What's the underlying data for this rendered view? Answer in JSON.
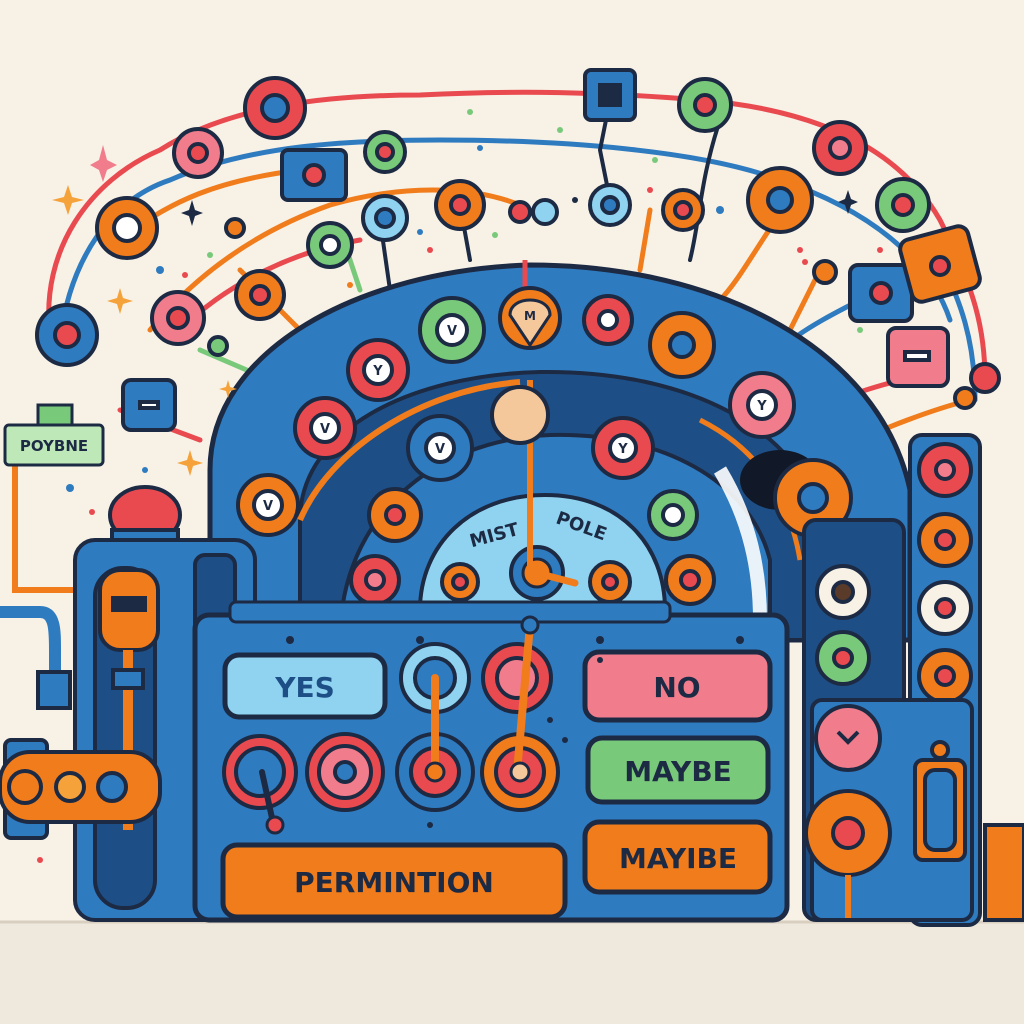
{
  "scene": {
    "tag_label": "POYBNE",
    "dial_left_text": "MIST",
    "dial_right_text": "POLE",
    "buttons": {
      "yes": "YES",
      "no": "NO",
      "maybe_green": "MAYBE",
      "maybe_orange": "MAYIBE",
      "permission": "PERMINTION"
    },
    "small_markers": {
      "v": "V",
      "y": "Y",
      "m": "M"
    }
  },
  "colors": {
    "background": "#f7f1e6",
    "machine_blue": "#2f7bc0",
    "dark_blue": "#1d4f86",
    "orange": "#f07c1c",
    "red": "#e94a4f",
    "pink": "#f07c8c",
    "green": "#79c97a",
    "light_blue": "#8fd3f1",
    "outline": "#1d2a44"
  },
  "icons": [
    "sparkle-icon",
    "lever-icon",
    "knob-icon",
    "bulb-icon"
  ]
}
